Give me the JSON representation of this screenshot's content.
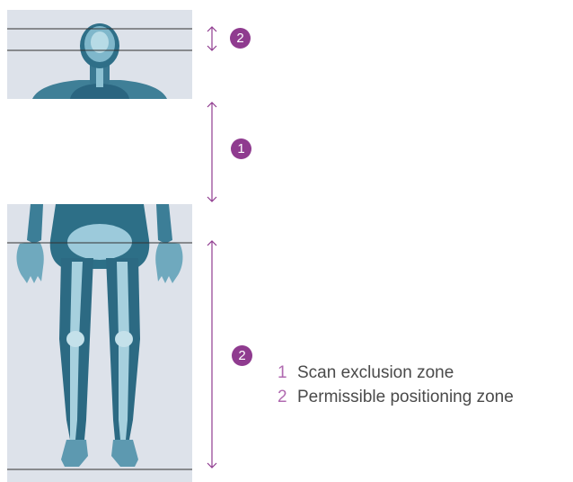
{
  "markers": {
    "top": "2",
    "middle": "1",
    "bottom": "2"
  },
  "legend": [
    {
      "number": "1",
      "label": "Scan exclusion zone"
    },
    {
      "number": "2",
      "label": "Permissible positioning zone"
    }
  ],
  "colors": {
    "accent": "#8f3b8f",
    "accent_light": "#b06ab0",
    "panel_background": "#dde2ea",
    "body_tone": "#2d6f87",
    "zone_line": "#333333",
    "legend_text": "#4a4a4a"
  }
}
